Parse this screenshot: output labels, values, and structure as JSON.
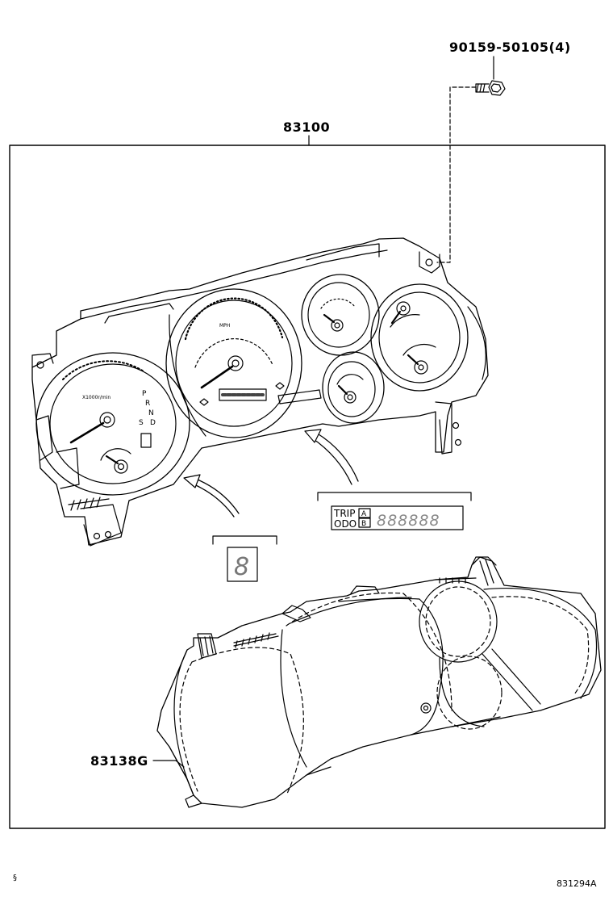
{
  "labels": {
    "bolt": "90159-50105(4)",
    "cluster": "83100",
    "glass": "83138G"
  },
  "display": {
    "trip": "TRIP",
    "odo": "ODO",
    "a": "A",
    "b": "B",
    "odometer_digits": "888888",
    "gear_digit": "8"
  },
  "gauge_text": {
    "tach_unit": "X1000r/min",
    "speed_unit": "MPH",
    "gear_p": "P",
    "gear_r": "R",
    "gear_n": "N",
    "gear_d": "D",
    "gear_s": "S"
  },
  "footer": {
    "left_mark": "§",
    "code": "831294A"
  },
  "colors": {
    "line": "#000000",
    "background": "#ffffff"
  }
}
